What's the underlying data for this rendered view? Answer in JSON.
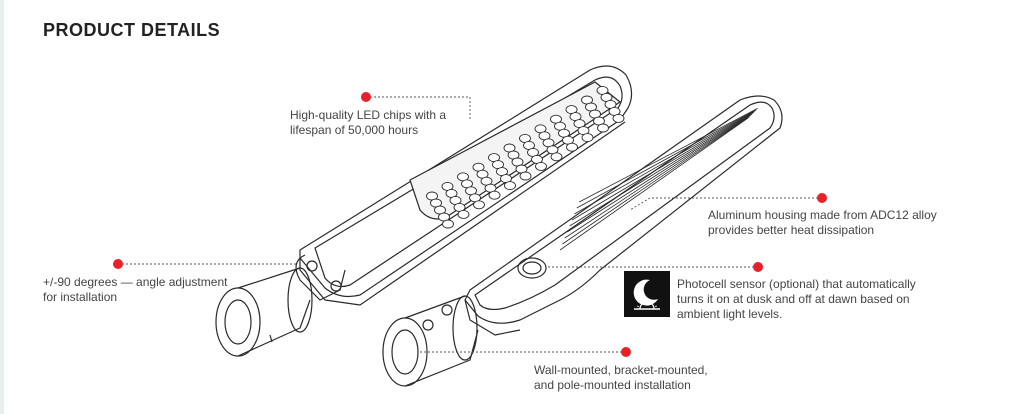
{
  "header": {
    "title": "PRODUCT DETAILS"
  },
  "features": [
    {
      "id": "led",
      "lines": [
        "High-quality LED chips with a",
        "lifespan of 50,000 hours"
      ]
    },
    {
      "id": "housing",
      "lines": [
        "Aluminum housing made from ADC12 alloy",
        "provides better heat dissipation"
      ]
    },
    {
      "id": "angle",
      "lines": [
        "+/-90 degrees — angle adjustment",
        "for installation"
      ]
    },
    {
      "id": "photocell",
      "lines": [
        "Photocell sensor (optional) that automatically",
        "turns it on at dusk and off at dawn based on",
        "ambient light levels."
      ]
    },
    {
      "id": "mount",
      "lines": [
        "Wall-mounted, bracket-mounted,",
        "and pole-mounted installation"
      ]
    }
  ],
  "colors": {
    "accent": "#e8202a",
    "line": "#2a2a2a",
    "icon_bg": "#111111"
  },
  "icons": {
    "photocell": "moon-sunset-icon"
  }
}
